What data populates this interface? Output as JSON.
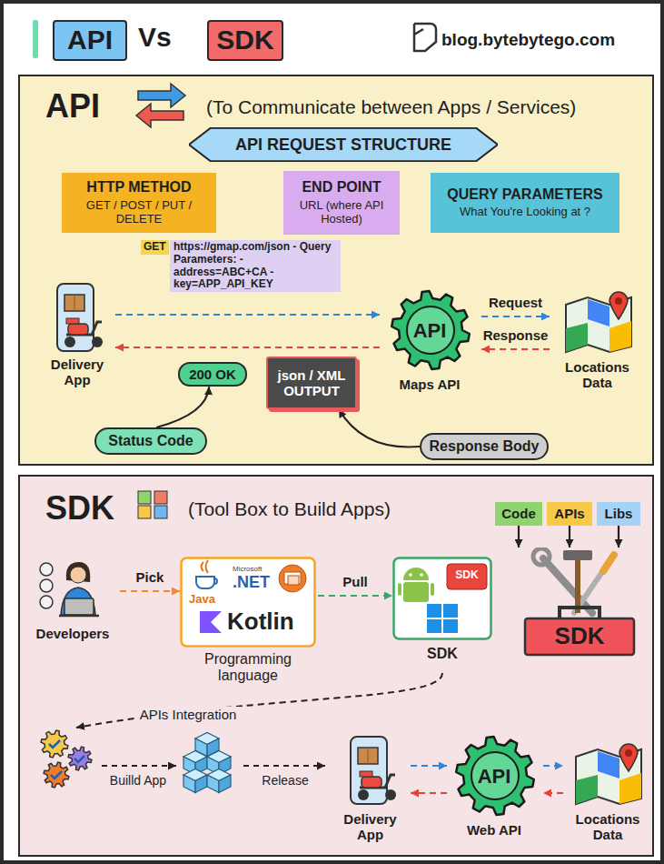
{
  "diagram": {
    "nodes": [
      {
        "text": [
          "API"
        ]
      },
      {
        "text": [
          "SDK"
        ]
      },
      {
        "text": [
          "API",
          "(To Communicate between Apps / Services)"
        ]
      },
      {
        "text": [
          "API REQUEST STRUCTURE"
        ],
        "in": 2
      },
      {
        "text": [
          "HTTP METHOD",
          "GET / POST / PUT / DELETE"
        ],
        "in": 2
      },
      {
        "text": [
          "END POINT",
          "URL (where API Hosted)"
        ],
        "in": 2
      },
      {
        "text": [
          "QUERY PARAMETERS",
          "What You're Looking at ?"
        ],
        "in": 2
      },
      {
        "text": [
          "GET",
          "https://gmap.com/json - Query Parameters: - address=ABC+CA - key=APP_API_KEY"
        ],
        "in": 2
      },
      {
        "text": [
          "Delivery App"
        ],
        "in": 2
      },
      {
        "text": [
          "API",
          "Maps API"
        ],
        "in": 2
      },
      {
        "text": [
          "Locations Data"
        ],
        "in": 2
      },
      {
        "text": [
          "200 OK"
        ],
        "in": 2
      },
      {
        "text": [
          "json / XML OUTPUT"
        ],
        "in": 2
      },
      {
        "text": [
          "Status Code"
        ],
        "in": 2
      },
      {
        "text": [
          "Response Body"
        ],
        "in": 2
      },
      {
        "text": [
          "SDK",
          "(Tool Box to Build Apps)"
        ]
      },
      {
        "text": [
          "Developers"
        ],
        "in": 15
      },
      {
        "text": [
          "Java",
          "Microsoft",
          ".NET",
          "Kotlin",
          "Programming language"
        ],
        "in": 15
      },
      {
        "text": [
          "SDK",
          "SDK"
        ],
        "in": 15
      },
      {
        "text": [
          "Code"
        ],
        "in": 15
      },
      {
        "text": [
          "APIs"
        ],
        "in": 15
      },
      {
        "text": [
          "Libs"
        ],
        "in": 15
      },
      {
        "text": [
          "SDK"
        ],
        "in": 15
      },
      {
        "text": [
          "Delivery App"
        ],
        "in": 15
      },
      {
        "text": [
          "API",
          "Web API"
        ],
        "in": 15
      },
      {
        "text": [
          "Locations Data"
        ],
        "in": 15
      }
    ],
    "edges": [
      {
        "from": 8,
        "to": 9,
        "arrow": "to"
      },
      {
        "from": 9,
        "to": 8,
        "arrow": "to"
      },
      {
        "from": 9,
        "to": 10,
        "label": "Request",
        "arrow": "to"
      },
      {
        "from": 10,
        "to": 9,
        "label": "Response",
        "arrow": "to"
      },
      {
        "from": 13,
        "to": 11,
        "arrow": "to"
      },
      {
        "from": 14,
        "to": 12,
        "arrow": "to"
      },
      {
        "from": 16,
        "to": 17,
        "label": "Pick",
        "arrow": "to"
      },
      {
        "from": 17,
        "to": 18,
        "label": "Pull",
        "arrow": "to"
      },
      {
        "from": 19,
        "to": 22,
        "arrow": "to"
      },
      {
        "from": 20,
        "to": 22,
        "arrow": "to"
      },
      {
        "from": 21,
        "to": 22,
        "arrow": "to"
      },
      {
        "from": 23,
        "to": 24,
        "arrow": "to"
      },
      {
        "from": 24,
        "to": 23,
        "arrow": "to"
      },
      {
        "from": 24,
        "to": 25,
        "arrow": "to"
      },
      {
        "from": 25,
        "to": 24,
        "arrow": "to"
      }
    ],
    "labels": [
      "Vs",
      "blog.bytebytego.com",
      "APIs Integration",
      "Builld App",
      "Release"
    ]
  }
}
